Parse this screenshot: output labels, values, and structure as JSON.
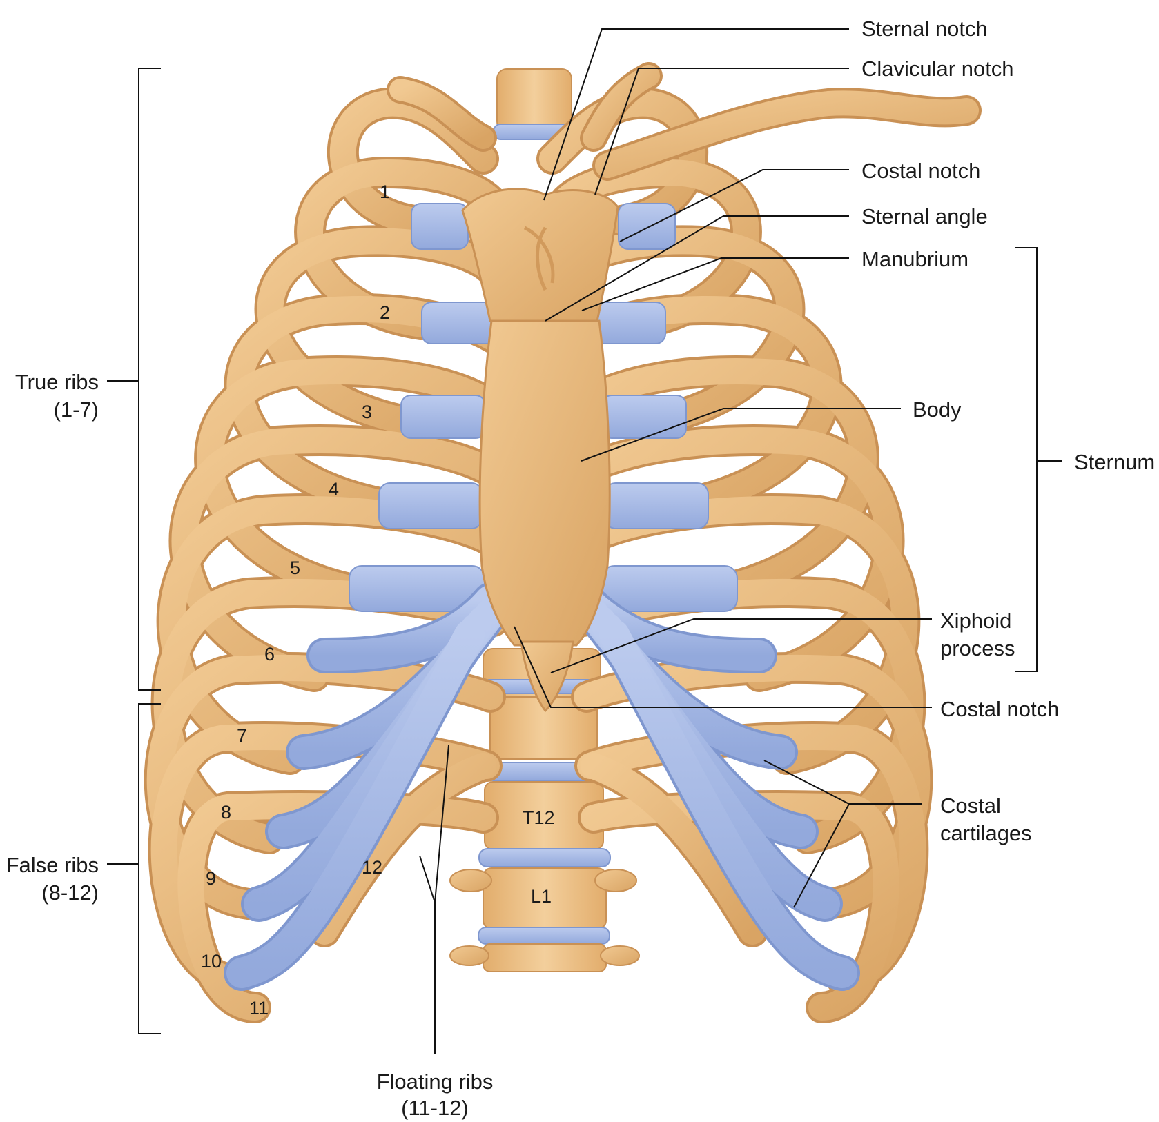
{
  "labels": {
    "sternal_notch": "Sternal notch",
    "clavicular_notch": "Clavicular notch",
    "costal_notch_top": "Costal notch",
    "sternal_angle": "Sternal angle",
    "manubrium": "Manubrium",
    "body": "Body",
    "sternum": "Sternum",
    "xiphoid_1": "Xiphoid",
    "xiphoid_2": "process",
    "costal_notch_bottom": "Costal notch",
    "costal_cartilages_1": "Costal",
    "costal_cartilages_2": "cartilages",
    "true_ribs_1": "True ribs",
    "true_ribs_2": "(1-7)",
    "false_ribs_1": "False ribs",
    "false_ribs_2": "(8-12)",
    "floating_ribs_1": "Floating ribs",
    "floating_ribs_2": "(11-12)"
  },
  "rib_numbers": [
    "1",
    "2",
    "3",
    "4",
    "5",
    "6",
    "7",
    "8",
    "9",
    "10",
    "11",
    "12"
  ],
  "vertebrae": {
    "t12": "T12",
    "l1": "L1"
  },
  "colors": {
    "bone": "#e7b77a",
    "bone_dark": "#c99155",
    "cartilage": "#a9bde6",
    "cartilage_dark": "#7f97cf",
    "leader": "#111111"
  }
}
